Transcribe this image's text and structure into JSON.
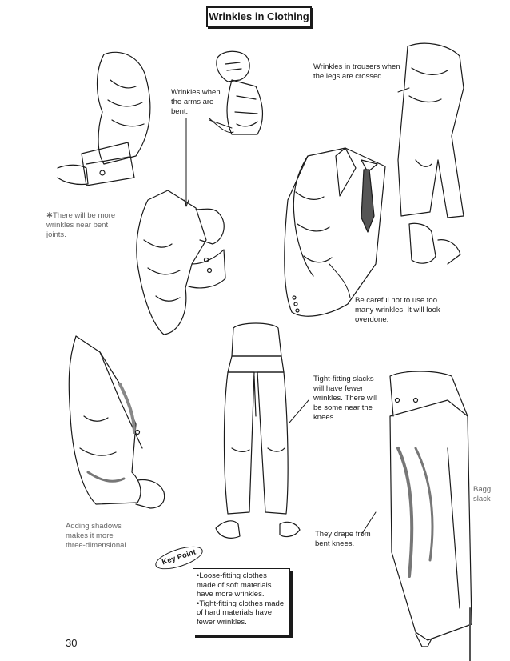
{
  "title": "Wrinkles in Clothing",
  "captions": {
    "arms_bent": "Wrinkles when\nthe arms are\nbent.",
    "trousers_crossed": "Wrinkles in trousers when\nthe legs are crossed.",
    "bent_joints": "There will be more\nwrinkles near bent\njoints.",
    "too_many": "Be careful not to use too\nmany wrinkles. It will look\noverdone.",
    "tight_slacks": "Tight-fitting slacks\nwill have fewer\nwrinkles. There will\nbe some near the\nknees.",
    "shadows": "Adding shadows\nmakes it more\nthree-dimensional.",
    "drape": "They drape from\nbent knees.",
    "baggy_partial": "Bagg\nslack"
  },
  "key_point": {
    "badge": "Key Point",
    "items": [
      "•Loose-fitting clothes made of soft materials have more wrinkles.",
      "•Tight-fitting clothes made of hard materials have fewer wrinkles."
    ]
  },
  "bullet_glyph": "✱",
  "page_number": "30"
}
